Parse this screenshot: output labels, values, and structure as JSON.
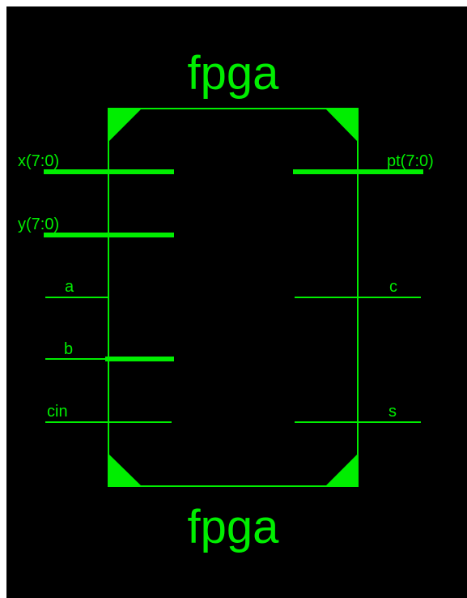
{
  "schematic": {
    "title_top": "fpga",
    "title_bottom": "fpga",
    "colors": {
      "background": "#000000",
      "outer_border": "#ffffff",
      "symbol": "#00ee00"
    },
    "left_pins": [
      {
        "label": "x(7:0)",
        "type": "bus"
      },
      {
        "label": "y(7:0)",
        "type": "bus"
      },
      {
        "label": "a",
        "type": "single"
      },
      {
        "label": "b",
        "type": "single"
      },
      {
        "label": "cin",
        "type": "single"
      }
    ],
    "right_pins": [
      {
        "label": "pt(7:0)",
        "type": "bus"
      },
      {
        "label": "c",
        "type": "single"
      },
      {
        "label": "s",
        "type": "single"
      }
    ]
  }
}
